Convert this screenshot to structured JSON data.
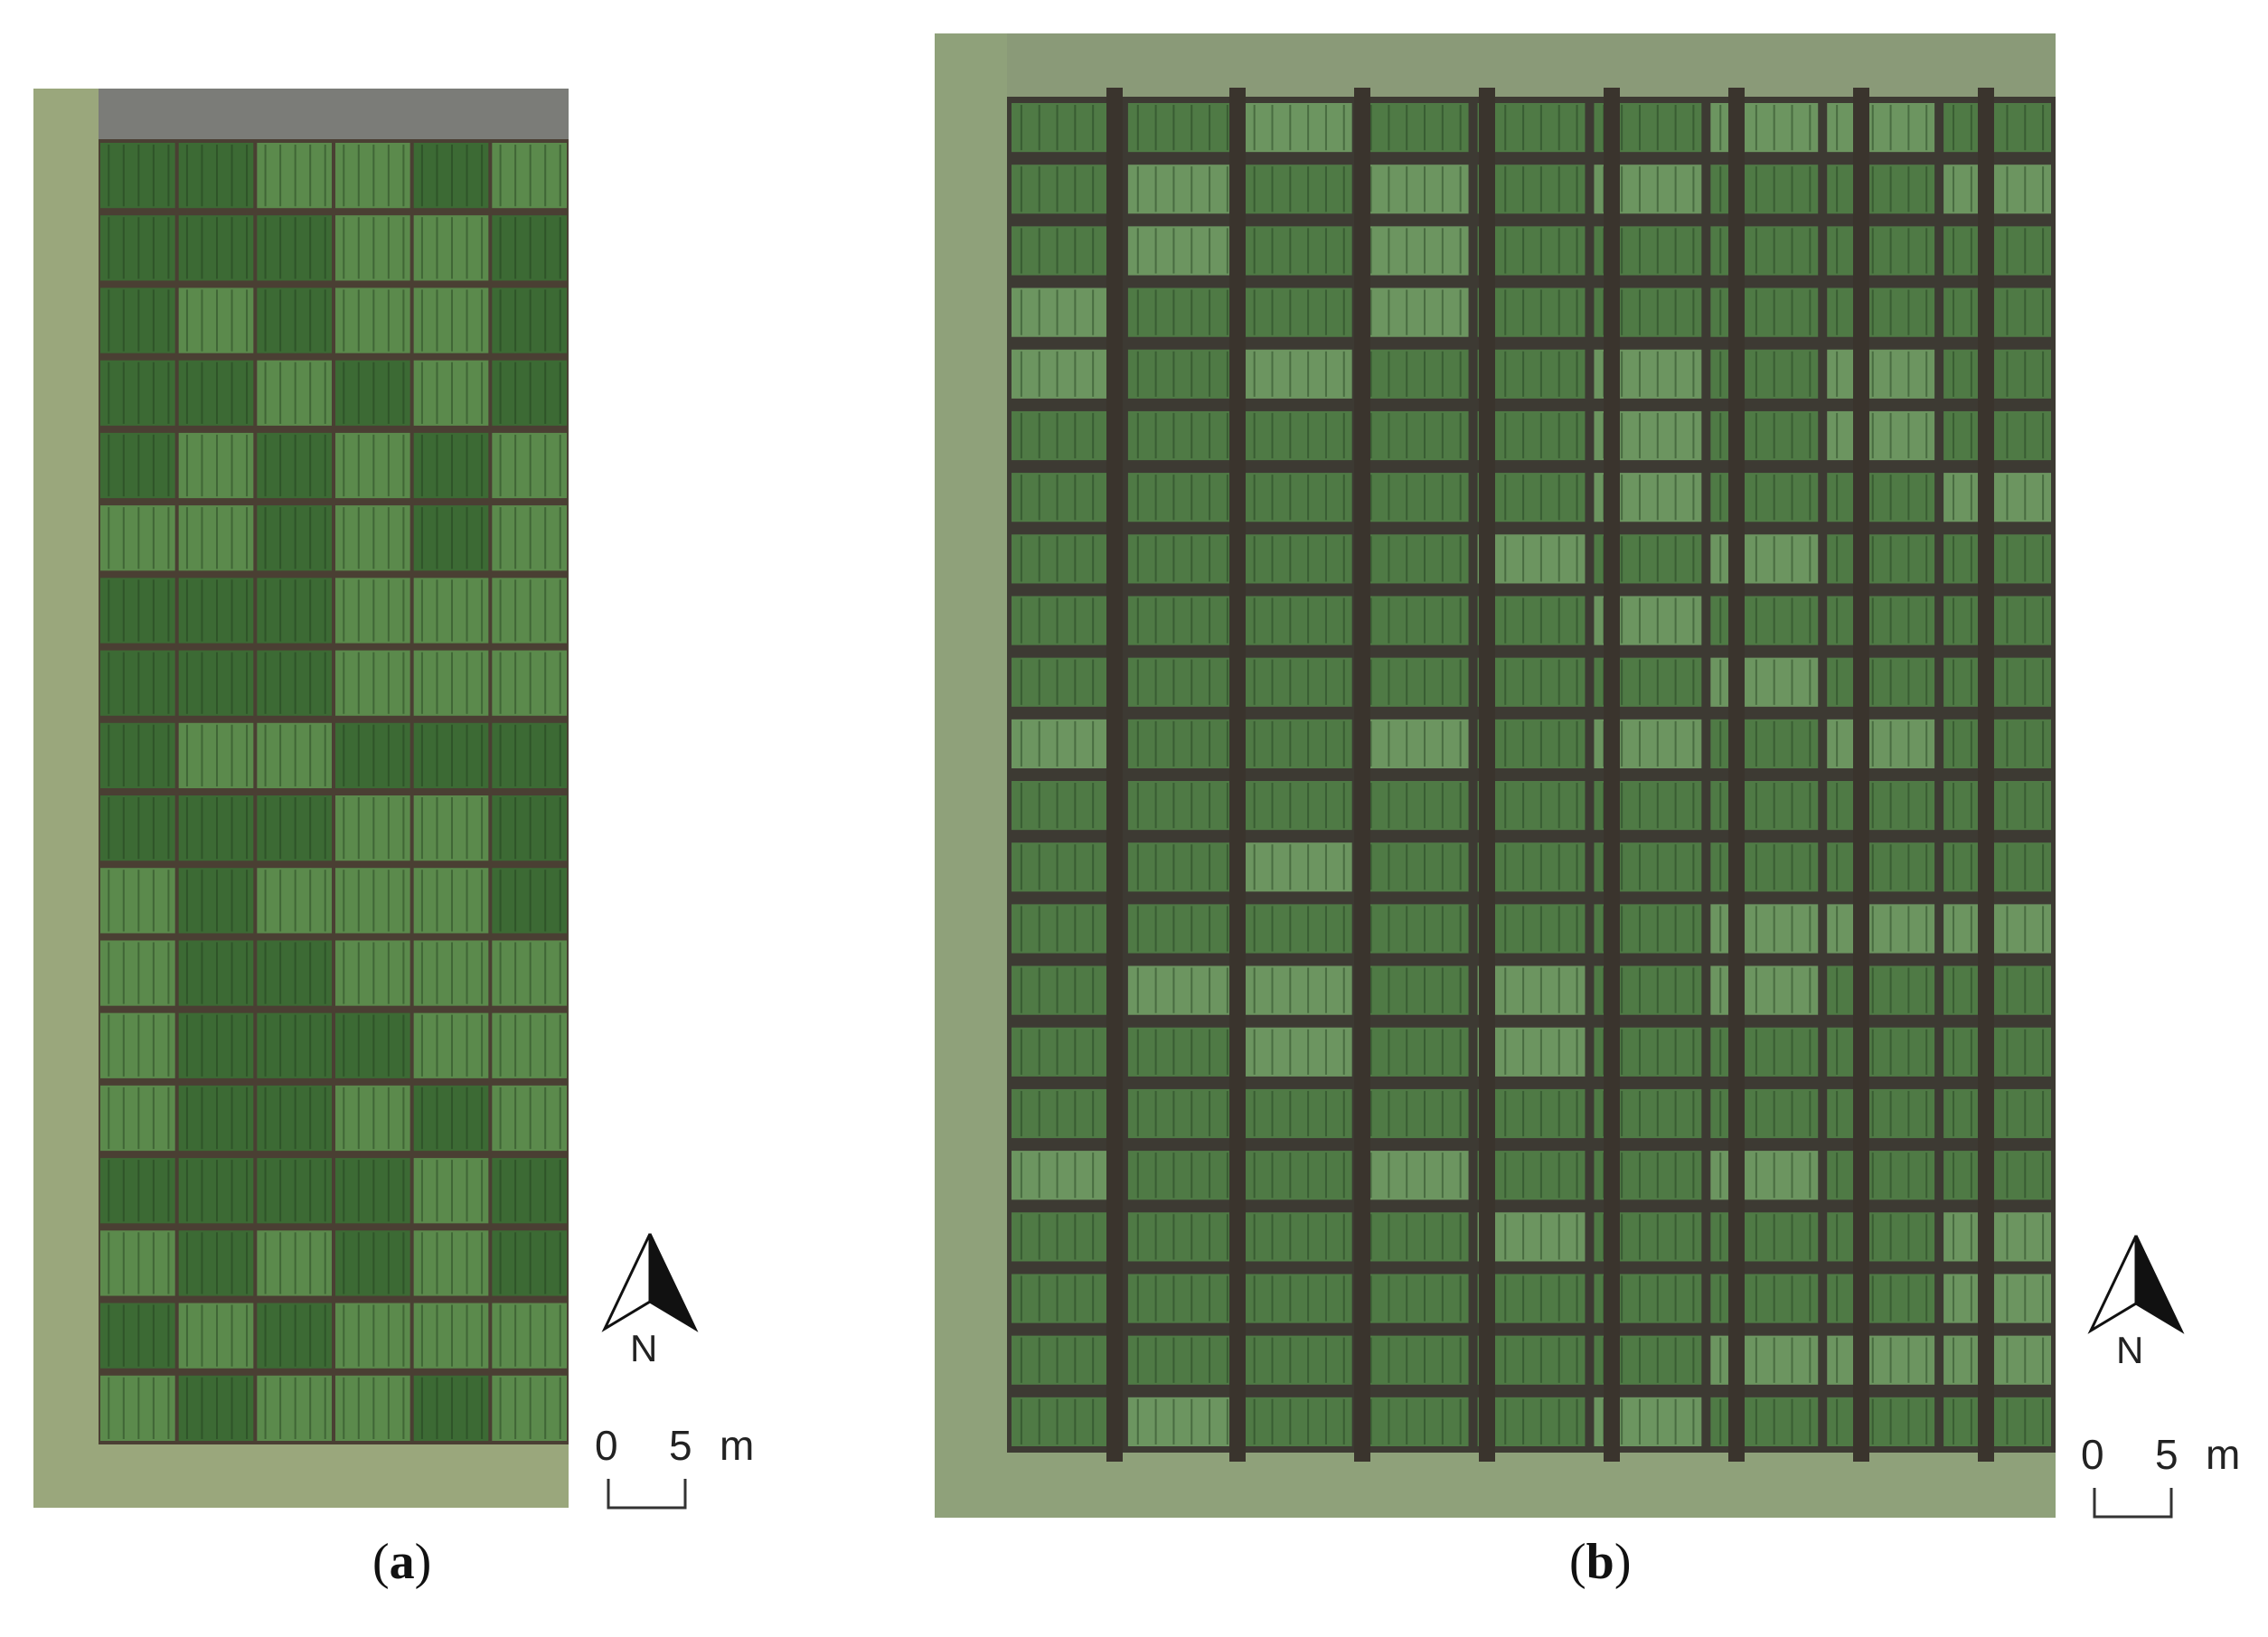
{
  "panels": [
    {
      "id": "a",
      "caption_open": "(",
      "caption_letter": "a",
      "caption_close": ")",
      "north_label": "N",
      "scale_zero": "0",
      "scale_five": "5",
      "scale_unit": "m",
      "plot_grid": {
        "columns": 6,
        "rows": 18
      },
      "colors": {
        "plant": "#3c6a34",
        "plant_light": "#5b8a4c",
        "soil": "#4a3f33",
        "grass": "#9aa77c"
      }
    },
    {
      "id": "b",
      "caption_open": "(",
      "caption_letter": "b",
      "caption_close": ")",
      "north_label": "N",
      "scale_zero": "0",
      "scale_five": "5",
      "scale_unit": "m",
      "plot_grid": {
        "columns": 9,
        "rows": 22
      },
      "colors": {
        "plant": "#4f7a45",
        "plant_light": "#6c9560",
        "soil": "#3d3a33",
        "grass": "#8fa17a"
      }
    }
  ]
}
